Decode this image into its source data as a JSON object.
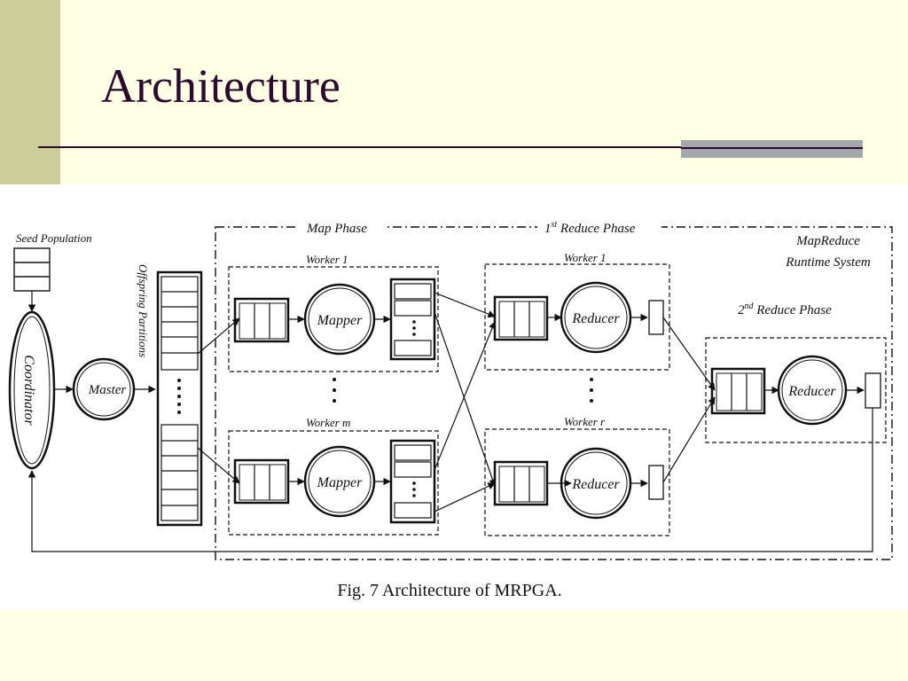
{
  "slide": {
    "title": "Architecture",
    "accent_color": "#cccc99",
    "title_color": "#2a0a2e"
  },
  "diagram": {
    "seed_population": "Seed Population",
    "coordinator": "Coordinator",
    "master": "Master",
    "offspring_partitions": "Offspring Partitions",
    "map_phase": "Map Phase",
    "first_reduce_phase": {
      "prefix": "1",
      "sup": "st",
      "suffix": " Reduce Phase"
    },
    "second_reduce_phase": {
      "prefix": "2",
      "sup": "nd",
      "suffix": " Reduce Phase"
    },
    "runtime_line1": "MapReduce",
    "runtime_line2": "Runtime System",
    "map_worker_top": "Worker 1",
    "map_worker_bottom": "Worker m",
    "reduce_worker_top": "Worker 1",
    "reduce_worker_bottom": "Worker r",
    "mapper": "Mapper",
    "reducer": "Reducer",
    "caption": "Fig. 7 Architecture of MRPGA."
  }
}
